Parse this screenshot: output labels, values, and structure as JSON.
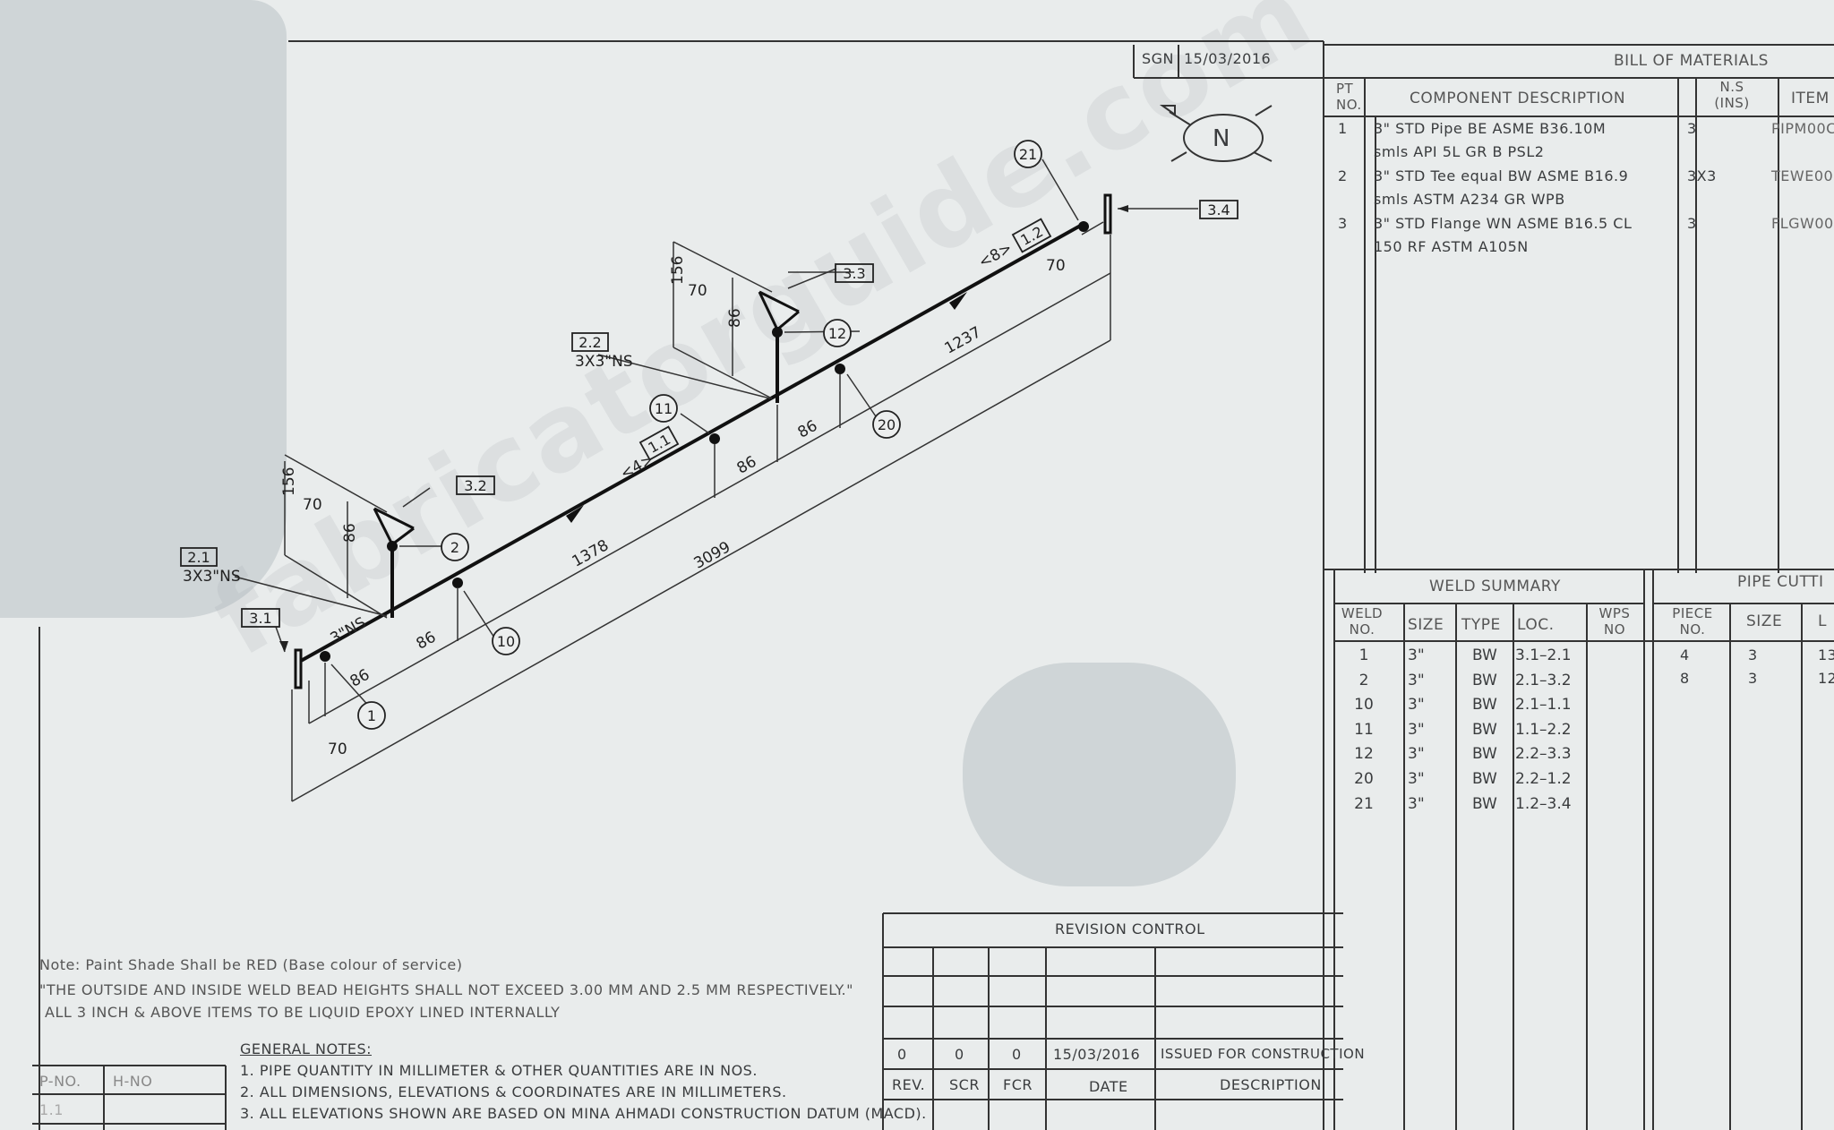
{
  "header": {
    "sgn_label": "SGN",
    "sgn_date": "15/03/2016"
  },
  "compass": {
    "label": "N"
  },
  "watermark": "fabricatorguide.com",
  "bom": {
    "title": "BILL  OF  MATERIALS",
    "col_pt": "PT NO.",
    "col_desc": "COMPONENT   DESCRIPTION",
    "col_ns": "N.S (INS)",
    "col_item": "ITEM",
    "rows": [
      {
        "pt": "1",
        "desc1": "3\" STD Pipe BE ASME B36.10M",
        "desc2": "smls API 5L GR B PSL2",
        "ns": "3",
        "item": "PIPM00C"
      },
      {
        "pt": "2",
        "desc1": "3\" STD Tee equal BW ASME B16.9",
        "desc2": "smls ASTM A234 GR WPB",
        "ns": "3X3",
        "item": "TEWE00"
      },
      {
        "pt": "3",
        "desc1": "3\" STD Flange WN ASME B16.5 CL",
        "desc2": "150 RF ASTM A105N",
        "ns": "3",
        "item": "FLGW00"
      }
    ]
  },
  "weld_summary": {
    "title": "WELD   SUMMARY",
    "col_no": "WELD NO.",
    "col_size": "SIZE",
    "col_type": "TYPE",
    "col_loc": "LOC.",
    "col_wps": "WPS NO",
    "rows": [
      {
        "no": "1",
        "size": "3\"",
        "type": "BW",
        "loc": "3.1–2.1"
      },
      {
        "no": "2",
        "size": "3\"",
        "type": "BW",
        "loc": "2.1–3.2"
      },
      {
        "no": "10",
        "size": "3\"",
        "type": "BW",
        "loc": "2.1–1.1"
      },
      {
        "no": "11",
        "size": "3\"",
        "type": "BW",
        "loc": "1.1–2.2"
      },
      {
        "no": "12",
        "size": "3\"",
        "type": "BW",
        "loc": "2.2–3.3"
      },
      {
        "no": "20",
        "size": "3\"",
        "type": "BW",
        "loc": "2.2–1.2"
      },
      {
        "no": "21",
        "size": "3\"",
        "type": "BW",
        "loc": "1.2–3.4"
      }
    ]
  },
  "pipe_cutting": {
    "title": "PIPE CUTTI",
    "col_piece": "PIECE NO.",
    "col_size": "SIZE",
    "col_len": "L",
    "rows": [
      {
        "piece": "4",
        "size": "3",
        "len": "13"
      },
      {
        "piece": "8",
        "size": "3",
        "len": "12"
      }
    ]
  },
  "revision": {
    "title": "REVISION  CONTROL",
    "rev": "0",
    "scr": "0",
    "fcr": "0",
    "date": "15/03/2016",
    "description": "ISSUED FOR CONSTRUCTION",
    "h_rev": "REV.",
    "h_scr": "SCR",
    "h_fcr": "FCR",
    "h_date": "DATE",
    "h_desc": "DESCRIPTION"
  },
  "notes": {
    "paint": "Note: Paint Shade Shall be RED (Base colour of service)",
    "weld_bead": "\"THE OUTSIDE AND INSIDE WELD BEAD HEIGHTS SHALL NOT EXCEED 3.00 MM AND 2.5 MM RESPECTIVELY.\"",
    "epoxy": "ALL 3 INCH & ABOVE ITEMS TO BE LIQUID EPOXY LINED INTERNALLY",
    "general_title": "GENERAL NOTES:",
    "general": [
      "1. PIPE QUANTITY IN MILLIMETER & OTHER QUANTITIES ARE IN NOS.",
      "2. ALL DIMENSIONS, ELEVATIONS & COORDINATES ARE IN MILLIMETERS.",
      "3. ALL ELEVATIONS SHOWN ARE BASED ON MINA AHMADI CONSTRUCTION DATUM (MACD)."
    ]
  },
  "pno": {
    "p_label": "P-NO.",
    "h_label": "H-NO",
    "p_value": "1.1"
  },
  "drawing": {
    "dims": {
      "d70a": "70",
      "d86a": "86",
      "d86b": "86",
      "d1378": "1378",
      "d3099": "3099",
      "d86c": "86",
      "d86d": "86",
      "d1237": "1237",
      "d70b": "70",
      "d156a": "156",
      "d70c": "70",
      "d86e": "86",
      "d156b": "156",
      "d70d": "70",
      "d86f": "86"
    },
    "size_label": "3\"NS",
    "tag_21": "2.1",
    "tag_21_sub": "3X3\"NS",
    "tag_22": "2.2",
    "tag_22_sub": "3X3\"NS",
    "tag_31": "3.1",
    "tag_32": "3.2",
    "tag_33": "3.3",
    "tag_34": "3.4",
    "tag_11": "1.1",
    "tag_11_pre": "<4>",
    "tag_12": "1.2",
    "tag_12_pre": "<8>",
    "welds": {
      "w1": "1",
      "w2": "2",
      "w10": "10",
      "w11": "11",
      "w12": "12",
      "w20": "20",
      "w21": "21"
    }
  }
}
